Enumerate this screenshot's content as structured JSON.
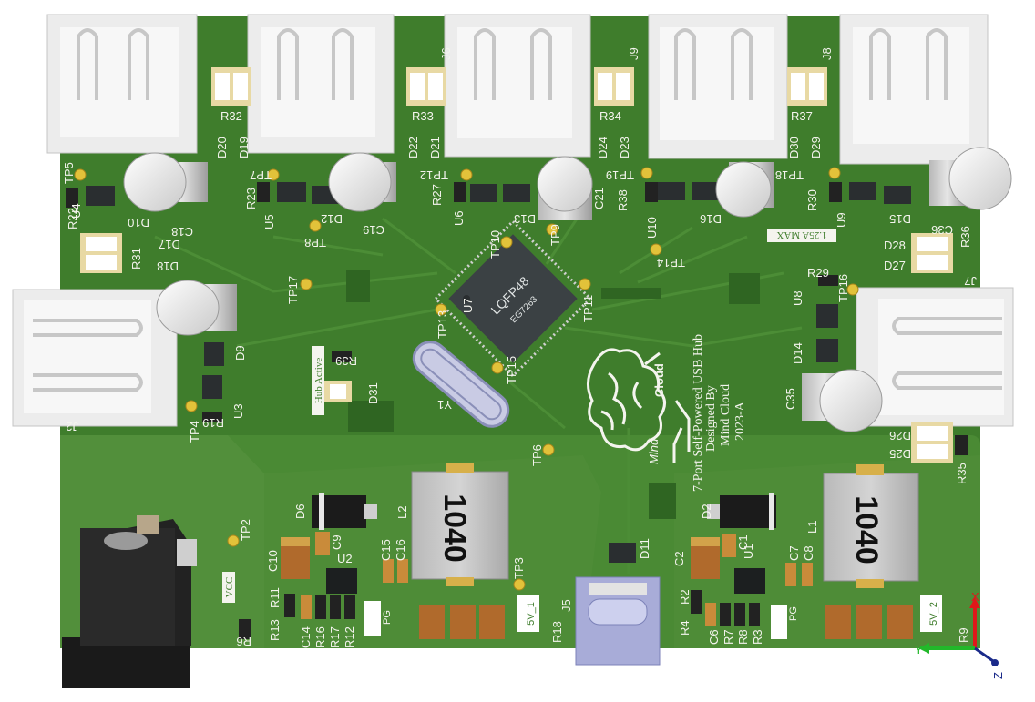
{
  "designators": {
    "R32": "R32",
    "D20": "D20",
    "D19": "D19",
    "R33": "R33",
    "J6": "J6",
    "D22": "D22",
    "D21": "D21",
    "R34": "R34",
    "J9": "J9",
    "D24": "D24",
    "D23": "D23",
    "R37": "R37",
    "J8": "J8",
    "D30": "D30",
    "D29": "D29",
    "TP5": "TP5",
    "U4": "U4",
    "R22": "R22",
    "D10": "D10",
    "C18": "C18",
    "TP7": "TP7",
    "R23": "R23",
    "U5": "U5",
    "D12": "D12",
    "C19": "C19",
    "TP8": "TP8",
    "TP12": "TP12",
    "R27": "R27",
    "U6": "U6",
    "D13": "D13",
    "TP9": "TP9",
    "C21": "C21",
    "TP19": "TP19",
    "R38": "R38",
    "U10": "U10",
    "D16": "D16",
    "TP14": "TP14",
    "TP18": "TP18",
    "R30": "R30",
    "U9": "U9",
    "D15": "D15",
    "C36": "C36",
    "R36": "R36",
    "D17": "D17",
    "R31": "R31",
    "D18": "D18",
    "D28": "D28",
    "D27": "D27",
    "J7": "J7",
    "TP17": "TP17",
    "TP10": "TP10",
    "U7": "U7",
    "TP11": "TP11",
    "TP13": "TP13",
    "TP15": "TP15",
    "R29": "R29",
    "TP16": "TP16",
    "U8": "U8",
    "D14": "D14",
    "C35": "C35",
    "D9": "D9",
    "U3": "U3",
    "R19": "R19",
    "TP4": "TP4",
    "J2": "J2",
    "R39": "R39",
    "D31": "D31",
    "Y1": "Y1",
    "TP6": "TP6",
    "D26": "D26",
    "D25": "D25",
    "R35": "R35",
    "TP2": "TP2",
    "R6": "R6",
    "R11": "R11",
    "R13": "R13",
    "D6": "D6",
    "C9": "C9",
    "C10": "C10",
    "U2": "U2",
    "C15": "C15",
    "C16": "C16",
    "C14": "C14",
    "R16": "R16",
    "R17": "R17",
    "R12": "R12",
    "L2": "L2",
    "TP3": "TP3",
    "J5": "J5",
    "R18": "R18",
    "D11": "D11",
    "D2": "D2",
    "C2": "C2",
    "C1": "C1",
    "U1": "U1",
    "C7": "C7",
    "C8": "C8",
    "R2": "R2",
    "R4": "R4",
    "C6": "C6",
    "R7": "R7",
    "R8": "R8",
    "R3": "R3",
    "L1": "L1",
    "R9": "R9"
  },
  "labels": {
    "max_current": "1.25A MAX",
    "hub_active": "Hub Active",
    "vcc": "VCC",
    "pg": "PG",
    "rail_5v1": "5V_1",
    "rail_5v2": "5V_2",
    "product": "7-Port Self-Powered USB Hub",
    "designed_by": "Designed By",
    "company": "Mind Cloud",
    "revision": "2023-A",
    "logo_mind": "Mind",
    "logo_cloud": "Cloud"
  },
  "components": {
    "mcu_package": "LQFP48",
    "mcu_part": "EG7263",
    "inductor_l2_value": "1040",
    "inductor_l1_value": "1040"
  },
  "axes": {
    "x": "X",
    "y": "Y",
    "z": "Z"
  },
  "colors": {
    "pcb_green": "#3f7d2c",
    "pcb_light": "#4a8a34",
    "silkscreen": "#f4f4ee",
    "usb_shell": "#ececec",
    "axis_x": "#e0181a",
    "axis_y": "#22b82a",
    "axis_z": "#1a2a8a"
  }
}
